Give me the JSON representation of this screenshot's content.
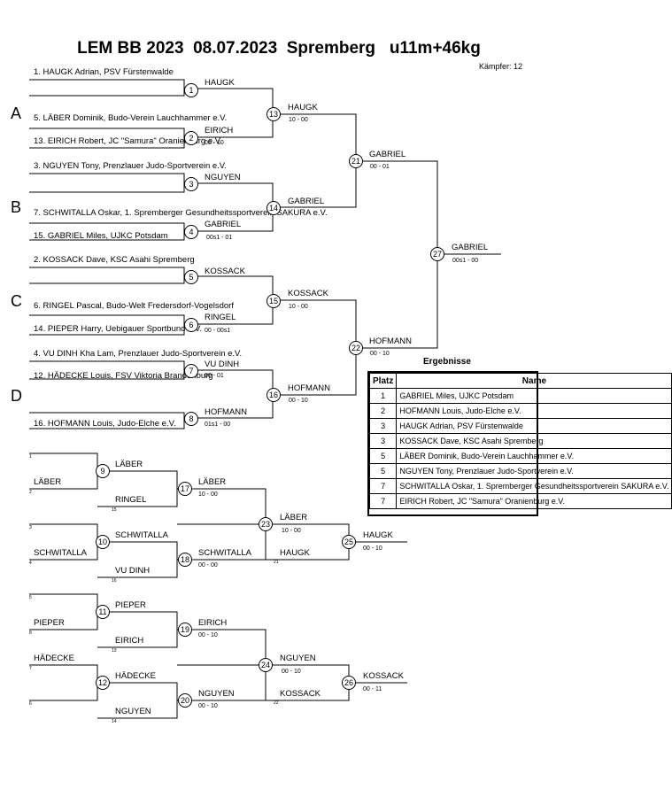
{
  "header": {
    "title": "LEM BB 2023  08.07.2023  Spremberg   u11m+46kg",
    "fighters_label": "Kämpfer: 12"
  },
  "pools": [
    "A",
    "B",
    "C",
    "D"
  ],
  "entries": [
    "1. HAUGK Adrian, PSV Fürstenwalde",
    "5. LÄBER Dominik, Budo-Verein Lauchhammer e.V.",
    "13. EIRICH Robert, JC \"Samura\" Oranienburg e.V.",
    "3. NGUYEN Tony, Prenzlauer Judo-Sportverein e.V.",
    "7. SCHWITALLA Oskar, 1. Spremberger Gesundheitssportverein SAKURA e.V.",
    "15. GABRIEL Miles, UJKC Potsdam",
    "2. KOSSACK Dave, KSC Asahi Spremberg",
    "6. RINGEL Pascal, Budo-Welt Fredersdorf-Vogelsdorf",
    "14. PIEPER Harry, Uebigauer Sportbund e.V.",
    "4. VU DINH Kha Lam, Prenzlauer Judo-Sportverein e.V.",
    "12. HÄDECKE Louis, FSV Viktoria Brandenburg",
    "16. HOFMANN Louis, Judo-Elche e.V."
  ],
  "winner_labels": [
    "HAUGK",
    "EIRICH",
    "NGUYEN",
    "GABRIEL",
    "KOSSACK",
    "RINGEL",
    "VU DINH",
    "HOFMANN",
    "HAUGK",
    "GABRIEL",
    "KOSSACK",
    "HOFMANN",
    "GABRIEL",
    "HOFMANN",
    "GABRIEL",
    "LÄBER",
    "RINGEL",
    "LÄBER",
    "SCHWITALLA",
    "VU DINH",
    "SCHWITALLA",
    "LÄBER",
    "HAUGK",
    "HAUGK",
    "PIEPER",
    "EIRICH",
    "EIRICH",
    "HÄDECKE",
    "NGUYEN",
    "NGUYEN",
    "NGUYEN",
    "KOSSACK",
    "KOSSACK",
    "LÄBER",
    "SCHWITALLA",
    "PIEPER",
    "HÄDECKE"
  ],
  "scores": [
    "10 - 00",
    "00 - 01",
    "00 - 10",
    "00s1 - 01",
    "00 - 00s1",
    "00s1 - 00",
    "10 - 00",
    "00 - 10",
    "00 - 01",
    "00 - 10",
    "01s1 - 00",
    "10 - 00",
    "00 - 00",
    "10 - 00",
    "00 - 10",
    "00 - 10",
    "00 - 10",
    "00 - 10",
    "00 - 11"
  ],
  "seed_numbers": [
    "1",
    "5",
    "2",
    "15",
    "3",
    "7",
    "4",
    "16",
    "5",
    "21",
    "8",
    "13",
    "7",
    "6",
    "14",
    "22"
  ],
  "fight_numbers": [
    "1",
    "2",
    "3",
    "4",
    "5",
    "6",
    "7",
    "8",
    "9",
    "10",
    "11",
    "12",
    "13",
    "14",
    "15",
    "16",
    "17",
    "18",
    "19",
    "20",
    "21",
    "22",
    "23",
    "24",
    "25",
    "26",
    "27"
  ],
  "results": {
    "title": "Ergebnisse",
    "col_place": "Platz",
    "col_name": "Name",
    "rows": [
      {
        "place": "1",
        "name": "GABRIEL Miles, UJKC Potsdam"
      },
      {
        "place": "2",
        "name": "HOFMANN Louis, Judo-Elche e.V."
      },
      {
        "place": "3",
        "name": "HAUGK Adrian, PSV Fürstenwalde"
      },
      {
        "place": "3",
        "name": "KOSSACK Dave, KSC Asahi Spremberg"
      },
      {
        "place": "5",
        "name": "LÄBER Dominik, Budo-Verein Lauchhammer e.V."
      },
      {
        "place": "5",
        "name": "NGUYEN Tony, Prenzlauer Judo-Sportverein e.V."
      },
      {
        "place": "7",
        "name": "SCHWITALLA Oskar, 1. Spremberger Gesundheitssportverein SAKURA e.V."
      },
      {
        "place": "7",
        "name": "EIRICH Robert, JC \"Samura\" Oranienburg e.V."
      }
    ]
  }
}
